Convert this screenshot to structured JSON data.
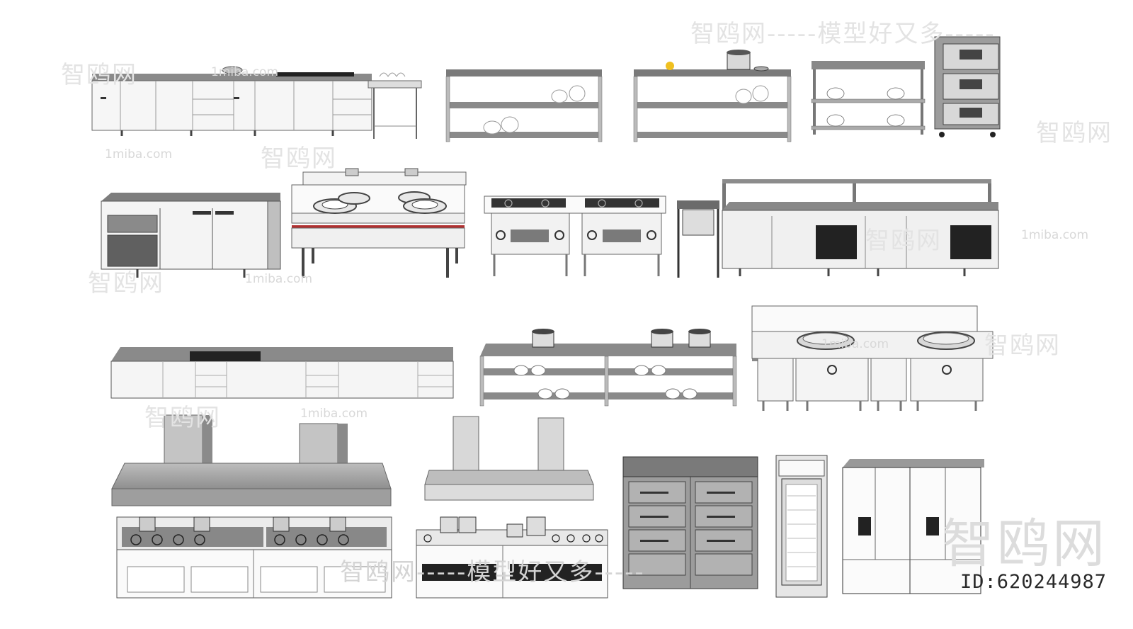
{
  "watermarks": {
    "top_slogan": "智鸥网-----模型好又多-----",
    "bottom_slogan": "智鸥网-----模型好又多-----",
    "brand": "智鸥网",
    "site": "1miba.com"
  },
  "id_label": "ID:620244987",
  "colors": {
    "steel_dark": "#6e6e6e",
    "steel_mid": "#9a9a9a",
    "steel_light": "#d9d9d9",
    "panel": "#f4f4f4",
    "outline": "#555555"
  }
}
